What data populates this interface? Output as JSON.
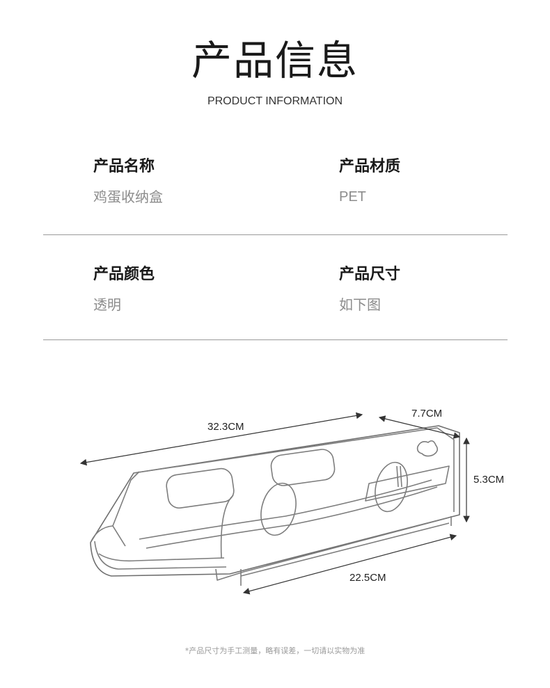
{
  "header": {
    "title_cn": "产品信息",
    "title_en": "PRODUCT INFORMATION"
  },
  "info": {
    "name": {
      "label": "产品名称",
      "value": "鸡蛋收纳盒"
    },
    "material": {
      "label": "产品材质",
      "value": "PET"
    },
    "color": {
      "label": "产品颜色",
      "value": "透明"
    },
    "size": {
      "label": "产品尺寸",
      "value": "如下图"
    }
  },
  "dimensions": {
    "length": "32.3CM",
    "width": "7.7CM",
    "height": "5.3CM",
    "base": "22.5CM"
  },
  "footnote": "*产品尺寸为手工测量，略有误差，一切请以实物为准"
}
